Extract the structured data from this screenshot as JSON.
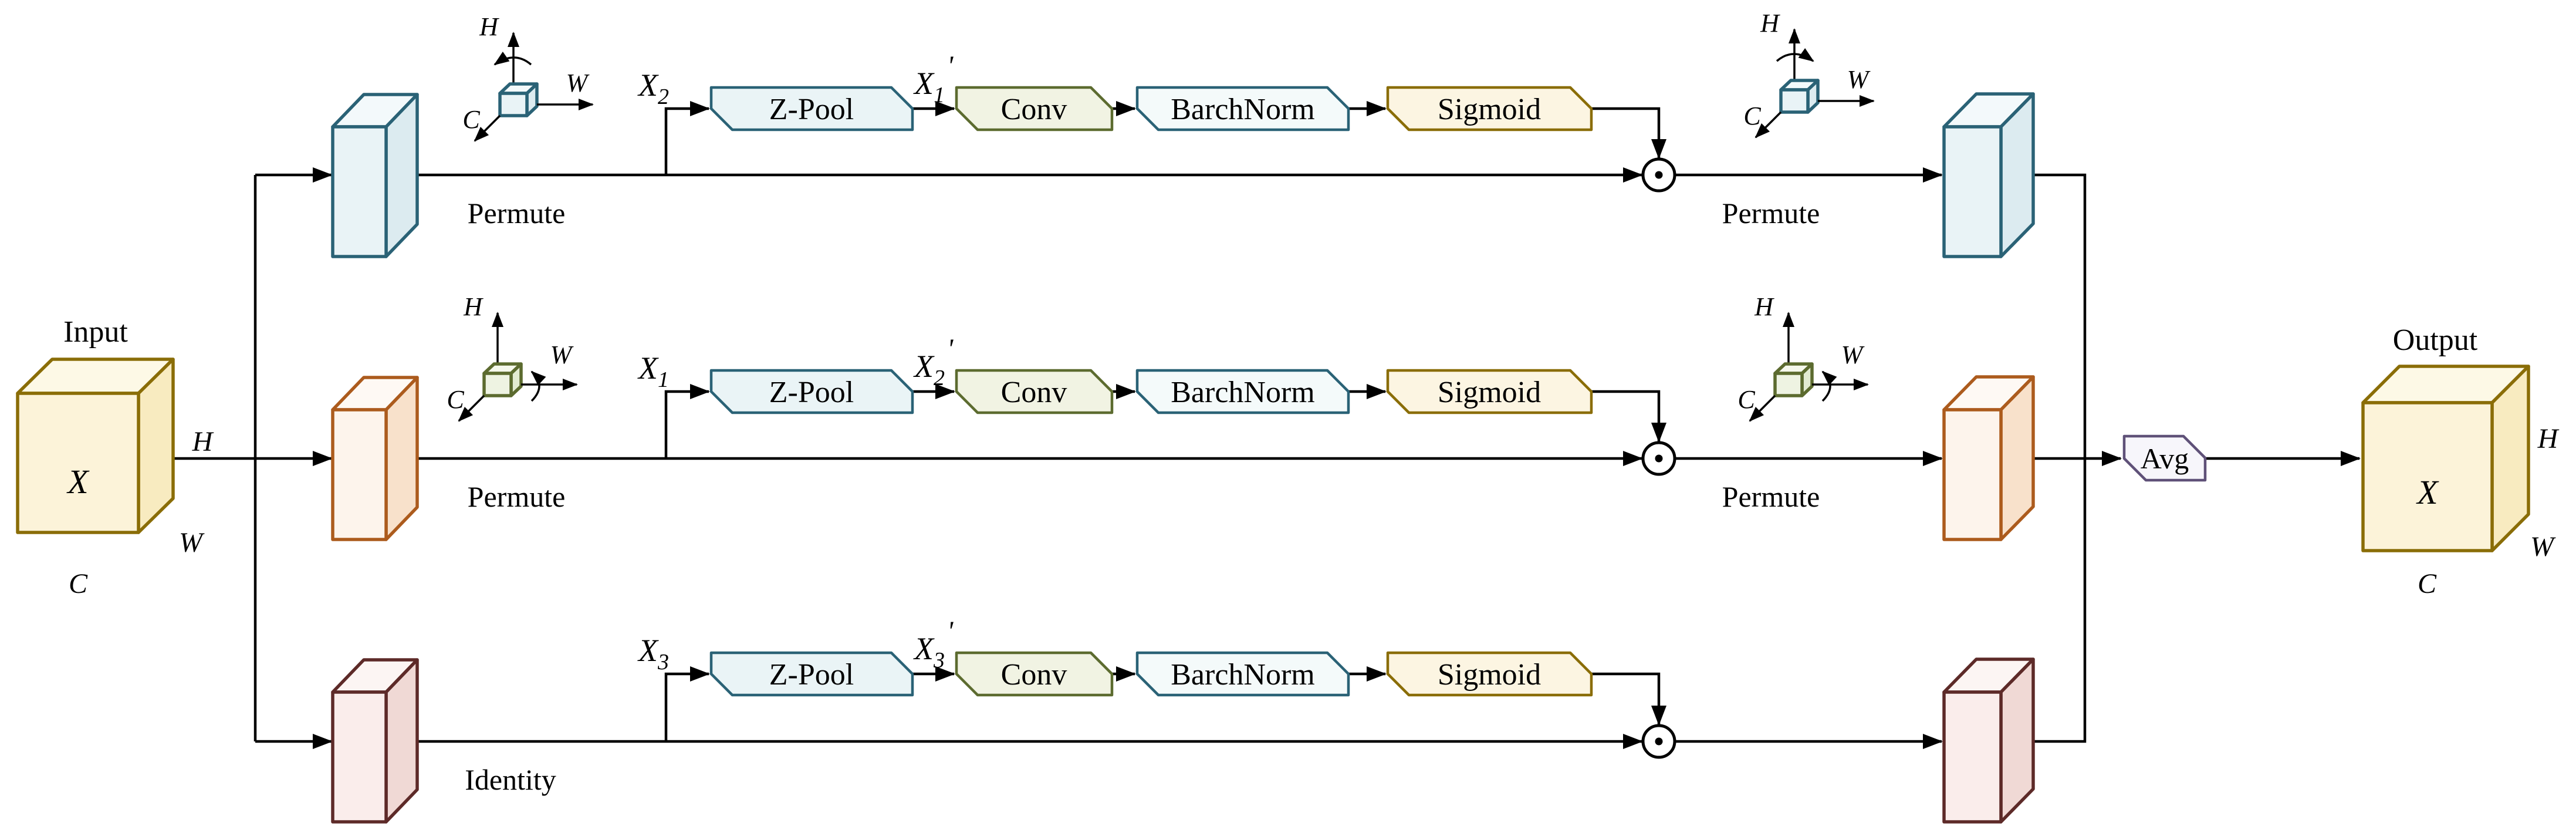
{
  "input": {
    "title": "Input",
    "tensor": "X",
    "dim_h": "H",
    "dim_w": "W",
    "dim_c": "C"
  },
  "output": {
    "title": "Output",
    "tensor": "X",
    "dim_h": "H",
    "dim_w": "W",
    "dim_c": "C"
  },
  "axis_gizmo": {
    "h": "H",
    "w": "W",
    "c": "C"
  },
  "avg_label": "Avg",
  "rows": [
    {
      "transform_in": "Permute",
      "transform_out": "Permute",
      "x_in": {
        "base": "X",
        "sub": "2"
      },
      "x_mid": {
        "base": "X",
        "sub": "1",
        "prime": "'"
      },
      "blocks": [
        "Z-Pool",
        "Conv",
        "BarchNorm",
        "Sigmoid"
      ],
      "op_icon": "circled-dot"
    },
    {
      "transform_in": "Permute",
      "transform_out": "Permute",
      "x_in": {
        "base": "X",
        "sub": "1"
      },
      "x_mid": {
        "base": "X",
        "sub": "2",
        "prime": "'"
      },
      "blocks": [
        "Z-Pool",
        "Conv",
        "BarchNorm",
        "Sigmoid"
      ],
      "op_icon": "circled-dot"
    },
    {
      "transform_in": "Identity",
      "x_in": {
        "base": "X",
        "sub": "3"
      },
      "x_mid": {
        "base": "X",
        "sub": "3",
        "prime": "'"
      },
      "blocks": [
        "Z-Pool",
        "Conv",
        "BarchNorm",
        "Sigmoid"
      ],
      "op_icon": "circled-dot"
    }
  ],
  "colors": {
    "teal_border": "#2A6276",
    "blue_fill": "#E9F3F6",
    "orange_border": "#AC5B1D",
    "orange_fill": "#FDF4EC",
    "maroon_border": "#5D2A28",
    "pink_fill": "#FAEDEB",
    "gold_border": "#8A6D07",
    "gold_fill": "#FCF3D9",
    "olive_border": "#5C6B2F",
    "olive_fill": "#F1F3E3",
    "purple_border": "#5F5178",
    "avg_fill": "#F7F6FB",
    "line": "#000000"
  }
}
